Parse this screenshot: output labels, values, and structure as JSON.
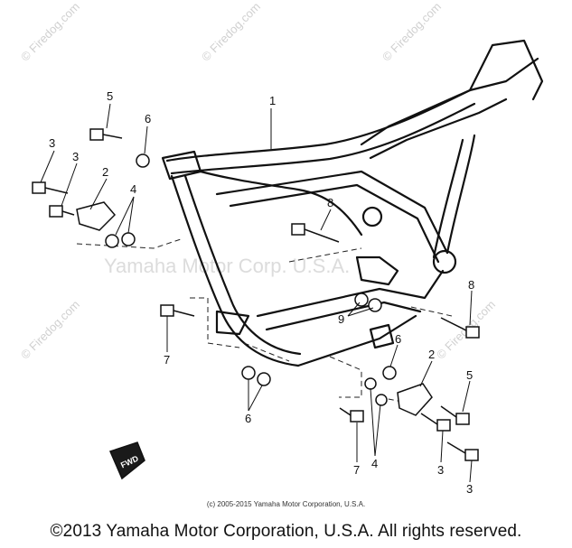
{
  "watermark": {
    "site": "© Firedog.com",
    "center": "Yamaha Motor Corp. U.S.A."
  },
  "credit_small": "(c) 2005-2015 Yamaha Motor Corporation, U.S.A.",
  "copyright": "©2013 Yamaha Motor Corporation, U.S.A. All rights reserved.",
  "fwd_label": "FWD",
  "callouts": {
    "c1": "1",
    "c2a": "2",
    "c2b": "2",
    "c3a": "3",
    "c3b": "3",
    "c3c": "3",
    "c3d": "3",
    "c4a": "4",
    "c4b": "4",
    "c5a": "5",
    "c5b": "5",
    "c6a": "6",
    "c6b": "6",
    "c6c": "6",
    "c7a": "7",
    "c7b": "7",
    "c8a": "8",
    "c8b": "8",
    "c9": "9"
  }
}
